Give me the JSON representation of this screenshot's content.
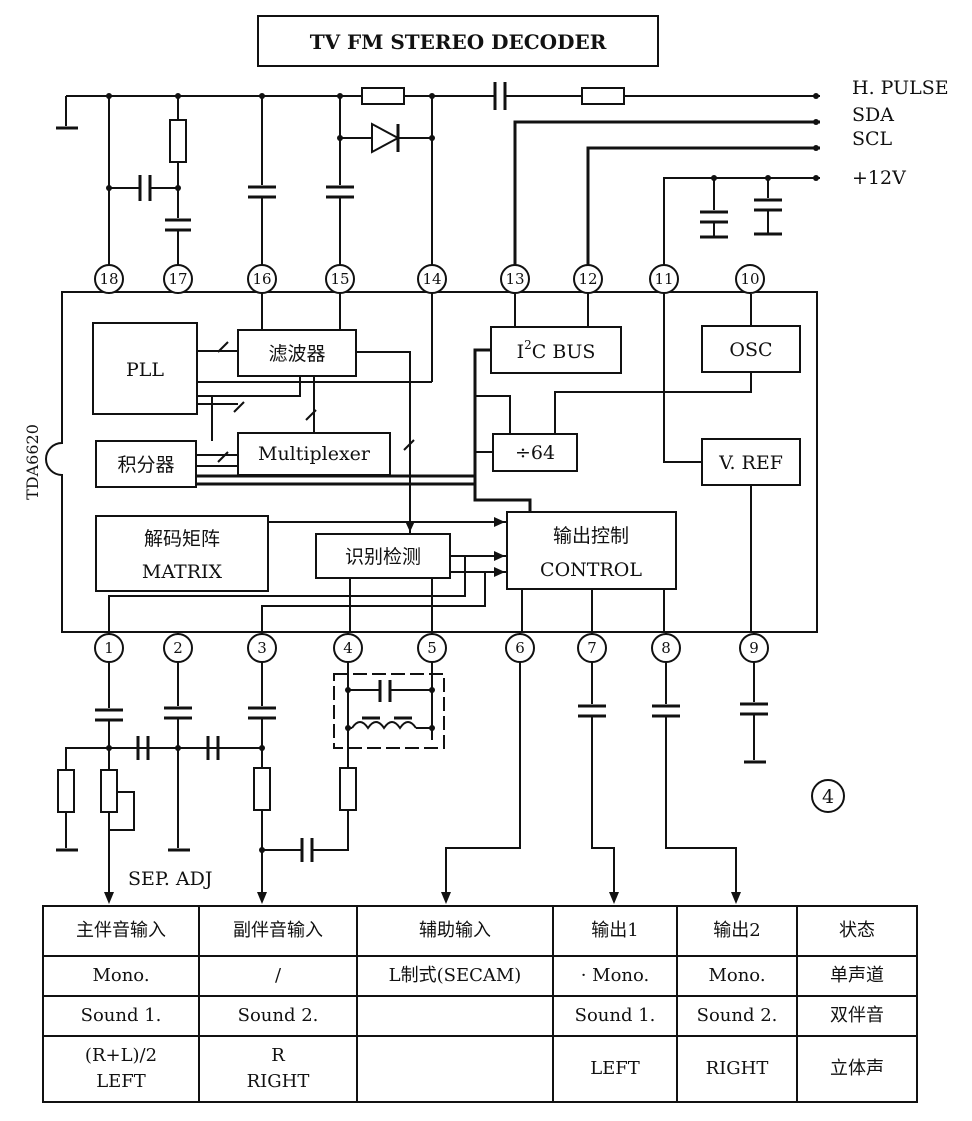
{
  "title": "TV FM STEREO DECODER",
  "chip_name": "TDA6620",
  "figure_number": "4",
  "inputs": {
    "h_pulse": "H. PULSE",
    "sda": "SDA",
    "scl": "SCL",
    "supply": "+12V"
  },
  "blocks": {
    "pll": "PLL",
    "filter": "滤波器",
    "integrator": "积分器",
    "multiplexer": "Multiplexer",
    "i2c_prefix": "I",
    "i2c_sup": "2",
    "i2c_suffix": "C  BUS",
    "osc": "OSC",
    "divider": "÷64",
    "vref": "V. REF",
    "matrix_cn": "解码矩阵",
    "matrix_en": "MATRIX",
    "detect": "识别检测",
    "control_cn": "输出控制",
    "control_en": "CONTROL"
  },
  "pins_top": [
    "18",
    "17",
    "16",
    "15",
    "14",
    "13",
    "12",
    "11",
    "10"
  ],
  "pins_bottom": [
    "1",
    "2",
    "3",
    "4",
    "5",
    "6",
    "7",
    "8",
    "9"
  ],
  "sep_adj": "SEP. ADJ",
  "table": {
    "headers": [
      "主伴音输入",
      "副伴音输入",
      "辅助输入",
      "输出1",
      "输出2",
      "状态"
    ],
    "rows": [
      [
        "Mono.",
        "/",
        "L制式(SECAM)",
        "· Mono.",
        "Mono.",
        "单声道"
      ],
      [
        "Sound  1.",
        "Sound  2.",
        "",
        "Sound  1.",
        "Sound  2.",
        "双伴音"
      ],
      [
        "(R+L)/2",
        "R",
        "",
        "LEFT",
        "RIGHT",
        "立体声"
      ],
      [
        "LEFT",
        "RIGHT",
        "",
        "",
        "",
        ""
      ]
    ]
  }
}
